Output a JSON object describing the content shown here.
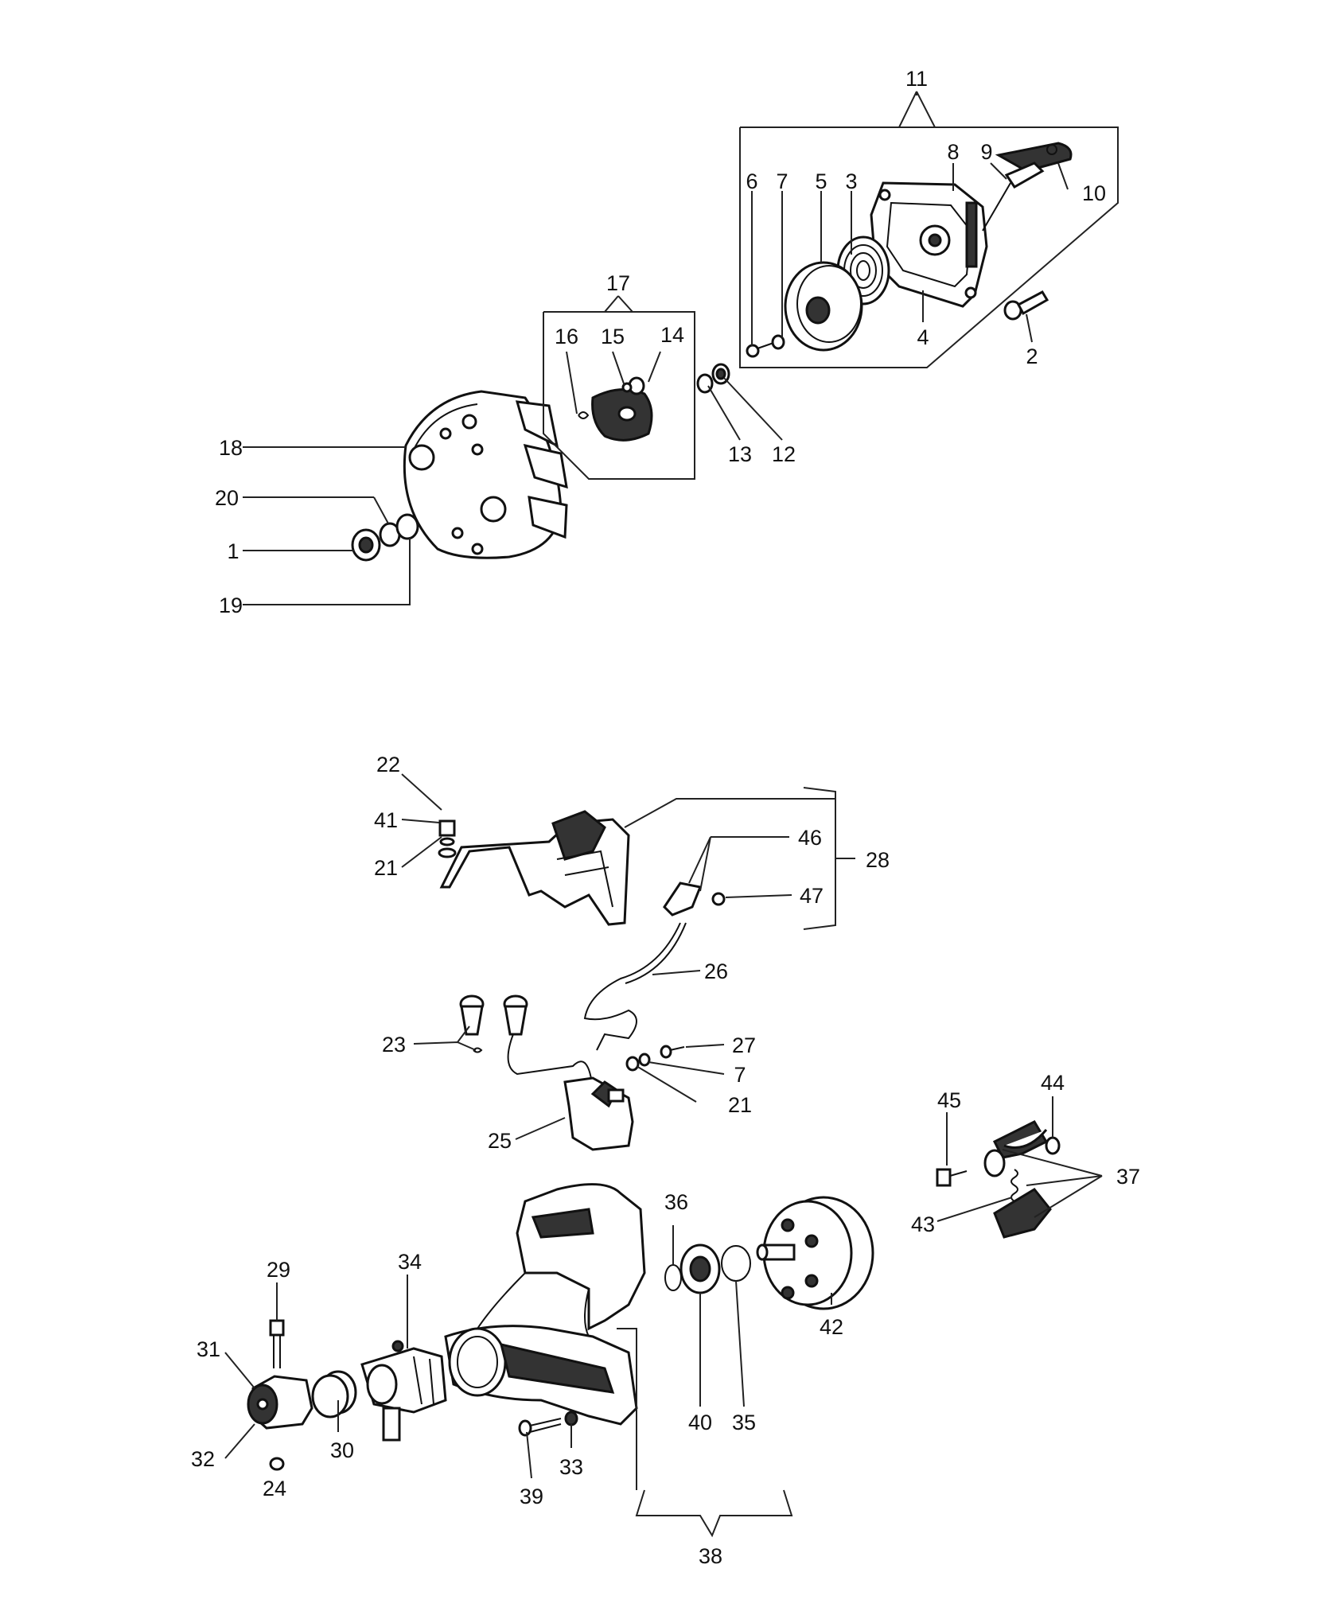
{
  "diagram": {
    "callouts": [
      {
        "id": "c1",
        "text": "1"
      },
      {
        "id": "c2",
        "text": "2"
      },
      {
        "id": "c3",
        "text": "3"
      },
      {
        "id": "c4",
        "text": "4"
      },
      {
        "id": "c5",
        "text": "5"
      },
      {
        "id": "c6",
        "text": "6"
      },
      {
        "id": "c7a",
        "text": "7"
      },
      {
        "id": "c8",
        "text": "8"
      },
      {
        "id": "c9",
        "text": "9"
      },
      {
        "id": "c10",
        "text": "10"
      },
      {
        "id": "c11",
        "text": "11"
      },
      {
        "id": "c12",
        "text": "12"
      },
      {
        "id": "c13",
        "text": "13"
      },
      {
        "id": "c14",
        "text": "14"
      },
      {
        "id": "c15",
        "text": "15"
      },
      {
        "id": "c16",
        "text": "16"
      },
      {
        "id": "c17",
        "text": "17"
      },
      {
        "id": "c18",
        "text": "18"
      },
      {
        "id": "c19",
        "text": "19"
      },
      {
        "id": "c20",
        "text": "20"
      },
      {
        "id": "c22",
        "text": "22"
      },
      {
        "id": "c41",
        "text": "41"
      },
      {
        "id": "c21a",
        "text": "21"
      },
      {
        "id": "c46",
        "text": "46"
      },
      {
        "id": "c28",
        "text": "28"
      },
      {
        "id": "c47",
        "text": "47"
      },
      {
        "id": "c26",
        "text": "26"
      },
      {
        "id": "c23",
        "text": "23"
      },
      {
        "id": "c27",
        "text": "27"
      },
      {
        "id": "c7b",
        "text": "7"
      },
      {
        "id": "c21b",
        "text": "21"
      },
      {
        "id": "c25",
        "text": "25"
      },
      {
        "id": "c45",
        "text": "45"
      },
      {
        "id": "c44",
        "text": "44"
      },
      {
        "id": "c37",
        "text": "37"
      },
      {
        "id": "c43",
        "text": "43"
      },
      {
        "id": "c36",
        "text": "36"
      },
      {
        "id": "c42",
        "text": "42"
      },
      {
        "id": "c29",
        "text": "29"
      },
      {
        "id": "c34",
        "text": "34"
      },
      {
        "id": "c31",
        "text": "31"
      },
      {
        "id": "c32",
        "text": "32"
      },
      {
        "id": "c24",
        "text": "24"
      },
      {
        "id": "c30",
        "text": "30"
      },
      {
        "id": "c39",
        "text": "39"
      },
      {
        "id": "c33",
        "text": "33"
      },
      {
        "id": "c40",
        "text": "40"
      },
      {
        "id": "c35",
        "text": "35"
      },
      {
        "id": "c38",
        "text": "38"
      }
    ]
  }
}
